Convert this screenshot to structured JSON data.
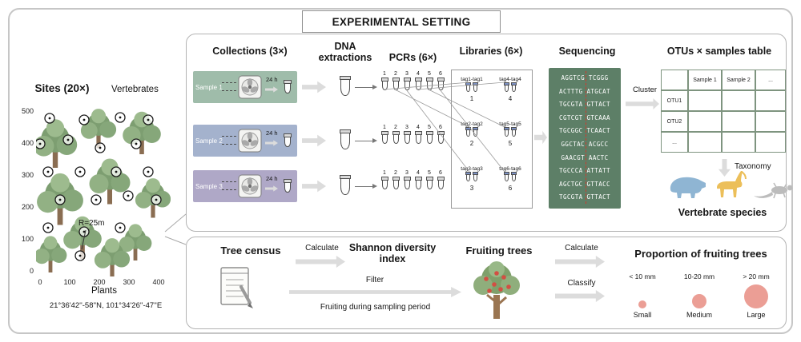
{
  "figure": {
    "title": "EXPERIMENTAL SETTING"
  },
  "sites": {
    "title": "Sites (20×)",
    "vertebrates_label": "Vertebrates",
    "plants_label": "Plants",
    "radius_label": "R=25m",
    "coordinates": "21°36'42''-58''N,  101°34'26''-47''E",
    "y_ticks": [
      "500",
      "400",
      "300",
      "200",
      "100",
      "0"
    ],
    "x_ticks": [
      "0",
      "100",
      "200",
      "300",
      "400"
    ]
  },
  "workflow": {
    "collections_title": "Collections (3×)",
    "extractions_title": "DNA extractions",
    "pcrs_title": "PCRs (6×)",
    "libraries_title": "Libraries (6×)",
    "sequencing_title": "Sequencing",
    "otu_table_title": "OTUs × samples table",
    "incubation": "24 h",
    "samples": [
      {
        "label": "Sample 1"
      },
      {
        "label": "Sample 2"
      },
      {
        "label": "Sample 3"
      }
    ],
    "pcr_numbers": [
      "1",
      "2",
      "3",
      "4",
      "5",
      "6"
    ],
    "libraries": [
      {
        "left_tag": "tag1-tag1",
        "left_num": "1",
        "right_tag": "tag4-tag4",
        "right_num": "4"
      },
      {
        "left_tag": "tag2-tag2",
        "left_num": "2",
        "right_tag": "tag5-tag5",
        "right_num": "5"
      },
      {
        "left_tag": "tag3-tag3",
        "left_num": "3",
        "right_tag": "tag6-tag6",
        "right_num": "6"
      }
    ],
    "sequences": [
      "AGGTCG TCGGG",
      "ACTTTG ATGCAT",
      "TGCGTA GTTACT",
      "CGTCGT GTCAAA",
      "TGCGGC TCAACT",
      "GGCTAC ACGCC",
      "GAACGT AACTC",
      "TGCCCA ATTATT",
      "AGCTGC GTTACC",
      "TGCGTA GTTACT"
    ],
    "cluster_label": "Cluster",
    "otu_table": {
      "col_headers": [
        "Sample 1",
        "Sample 2",
        "..."
      ],
      "row_labels": [
        "OTU1",
        "OTU2",
        "..."
      ]
    },
    "taxonomy_label": "Taxonomy",
    "vertebrate_species_label": "Vertebrate species"
  },
  "tree_panel": {
    "census_title": "Tree census",
    "calculate_label": "Calculate",
    "shannon_title": "Shannon diversity index",
    "filter_label": "Filter",
    "filter_caption": "Fruiting during sampling period",
    "fruiting_trees_title": "Fruiting trees",
    "calculate2_label": "Calculate",
    "classify_label": "Classify",
    "proportion_title": "Proportion of fruiting trees",
    "size_classes": [
      {
        "range": "< 10 mm",
        "name": "Small"
      },
      {
        "range": "10-20 mm",
        "name": "Medium"
      },
      {
        "range": "> 20 mm",
        "name": "Large"
      }
    ]
  },
  "colors": {
    "sample1_band": "#9fbcaa",
    "sample2_band": "#a4b2cd",
    "sample3_band": "#afa8c7",
    "sequencing_bg": "#5d7f67",
    "sequence_divider": "#d03a2e",
    "arrow_gray": "#dcdcdc",
    "fruit_circle": "#eb9e95",
    "boar": "#8fb5d3",
    "deer": "#ecbf5a",
    "lizard": "#bcbcbc"
  }
}
